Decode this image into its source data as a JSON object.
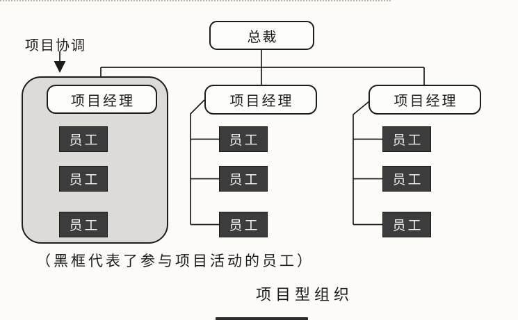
{
  "diagram": {
    "coordination_label": "项目协调",
    "president_label": "总裁",
    "manager_labels": [
      "项目经理",
      "项目经理",
      "项目经理"
    ],
    "employee_label": "员工",
    "employees_per_manager": 3,
    "caption": "（黑框代表了参与项目活动的员工）",
    "title": "项目型组织"
  },
  "colors": {
    "line": "#1c1c1c",
    "node_box_bg": "#fdfdfa",
    "node_box_border": "#1c1c1c",
    "project_group_bg": "#dcdbd7",
    "employee_box_bg": "#3c3c3c",
    "employee_box_text": "#f2f1ee",
    "page_bg": "#fcfbf8"
  }
}
